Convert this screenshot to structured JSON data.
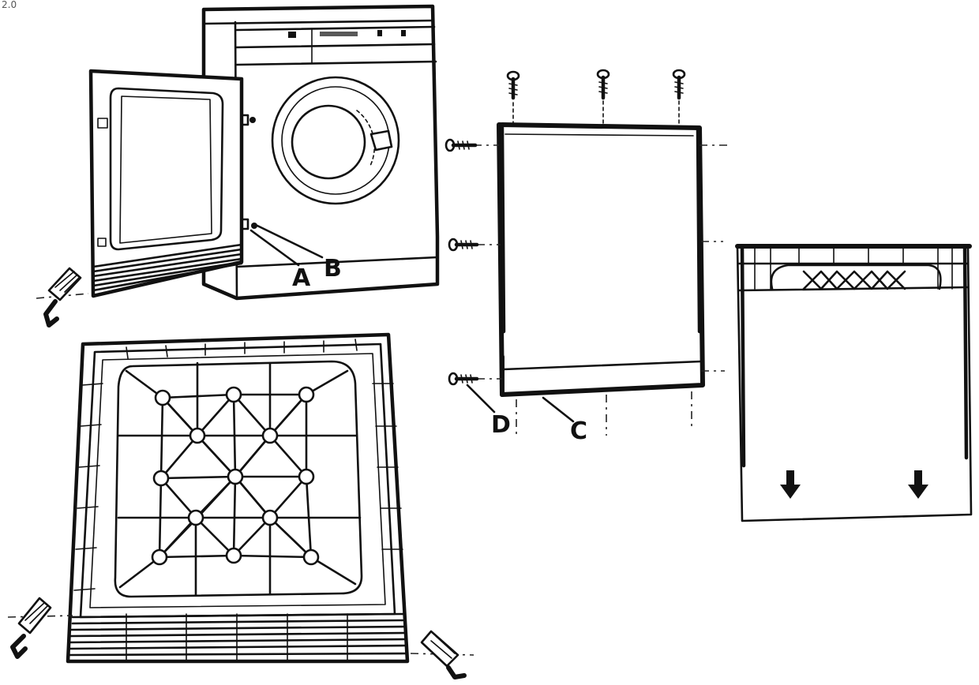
{
  "figure": {
    "corner_mark": "2.0",
    "callouts": {
      "a": "A",
      "b": "B",
      "c": "C",
      "d": "D"
    }
  }
}
